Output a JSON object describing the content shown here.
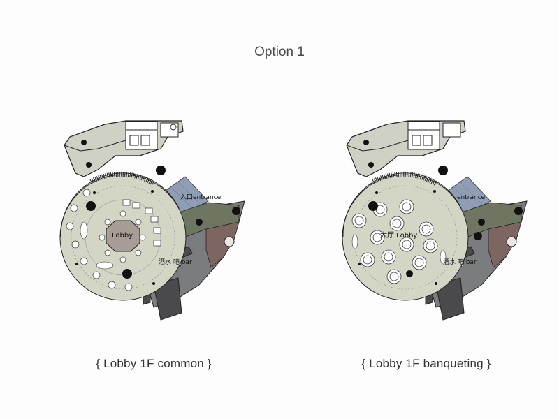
{
  "title": "Option 1",
  "plans": [
    {
      "caption": "{ Lobby 1F common }",
      "labels": {
        "entrance": "入口entrance",
        "lobby": "Lobby",
        "bar": "酒水 吧 bar"
      }
    },
    {
      "caption": "{ Lobby 1F banqueting }",
      "labels": {
        "entrance": "entrance",
        "lobby": "大厅 Lobby",
        "bar": "酒水 吧 bar"
      }
    }
  ],
  "colors": {
    "lobby_floor": "#d3d6c5",
    "plaza_blue": "#8f9eb5",
    "bar_gray": "#7b7c7e",
    "dark_wall": "#4a4a4c",
    "olive": "#6e7661",
    "brown": "#7d6661"
  }
}
